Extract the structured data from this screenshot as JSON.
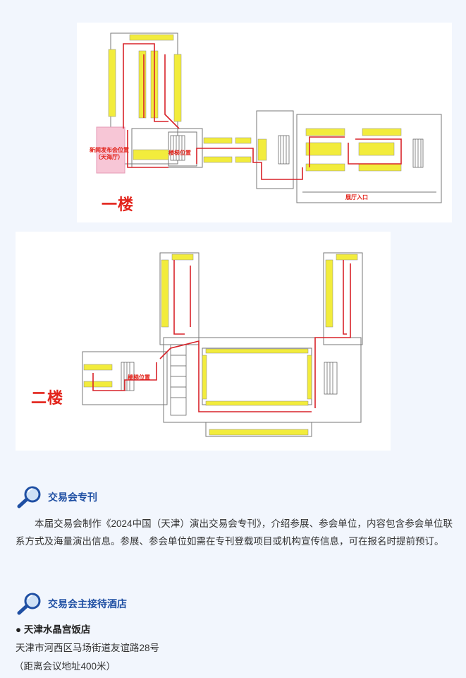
{
  "floor1": {
    "floor_label": "一楼",
    "press_area_label_1": "新闻发布会位置",
    "press_area_label_2": "（天海厅）",
    "stairs_label": "楼梯位置",
    "entrance_label": "展厅入口"
  },
  "floor2": {
    "floor_label": "二楼",
    "stairs_label": "楼梯位置"
  },
  "journal": {
    "heading": "交易会专刊",
    "body": "本届交易会制作《2024中国（天津）演出交易会专刊》，介绍参展、参会单位，内容包含参会单位联系方式及海量演出信息。参展、参会单位如需在专刊登载项目或机构宣传信息，可在报名时提前预订。"
  },
  "hotel": {
    "heading": "交易会主接待酒店",
    "bullet": "●",
    "name": "天津水晶宫饭店",
    "address": "天津市河西区马场街道友谊路28号",
    "distance": "（距离会议地址400米）"
  },
  "colors": {
    "accent_blue": "#1f4fa3",
    "route_red": "#d8232a",
    "booth_yellow": "#f2ec3c",
    "press_pink": "#f7c6d6"
  },
  "icons": [
    "magnifier-icon"
  ]
}
